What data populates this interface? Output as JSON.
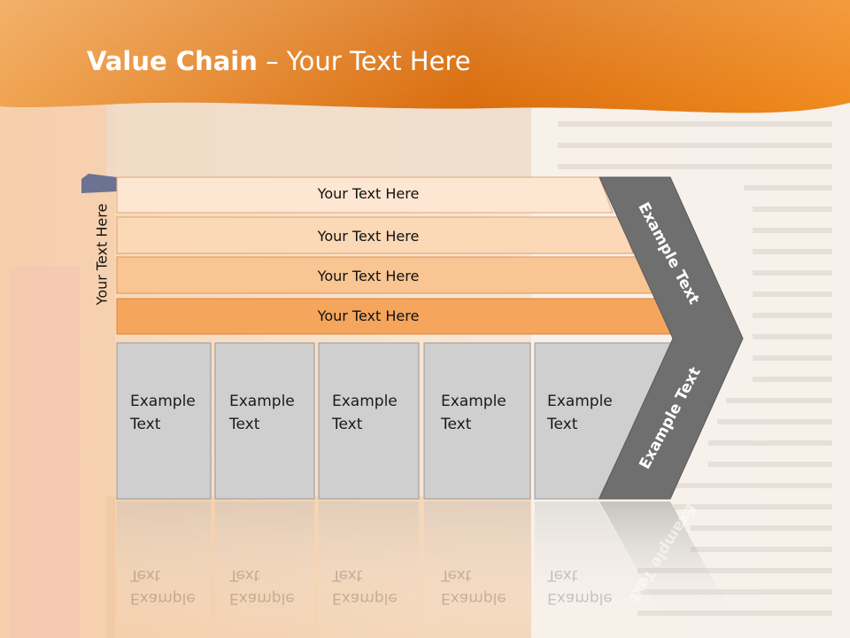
{
  "slide": {
    "title_bold": "Value Chain",
    "title_rest": " – Your Text Here",
    "side_label": "Your Text Here"
  },
  "bars": [
    {
      "label": "Your Text Here"
    },
    {
      "label": "Your Text Here"
    },
    {
      "label": "Your Text Here"
    },
    {
      "label": "Your Text Here"
    }
  ],
  "boxes": [
    {
      "line1": "Example",
      "line2": "Text"
    },
    {
      "line1": "Example",
      "line2": "Text"
    },
    {
      "line1": "Example",
      "line2": "Text"
    },
    {
      "line1": "Example",
      "line2": "Text"
    },
    {
      "line1": "Example",
      "line2": "Text"
    }
  ],
  "arrow": {
    "top_label": "Example Text",
    "bottom_label": "Example Text"
  },
  "colors": {
    "header_orange": "#e8801e",
    "bar1": "#fde6d2",
    "bar2": "#fbd8b6",
    "bar3": "#f9c592",
    "bar4": "#f5a55c",
    "box_fill": "#cfcfcf",
    "arrow_fill": "#6f6f6f"
  }
}
